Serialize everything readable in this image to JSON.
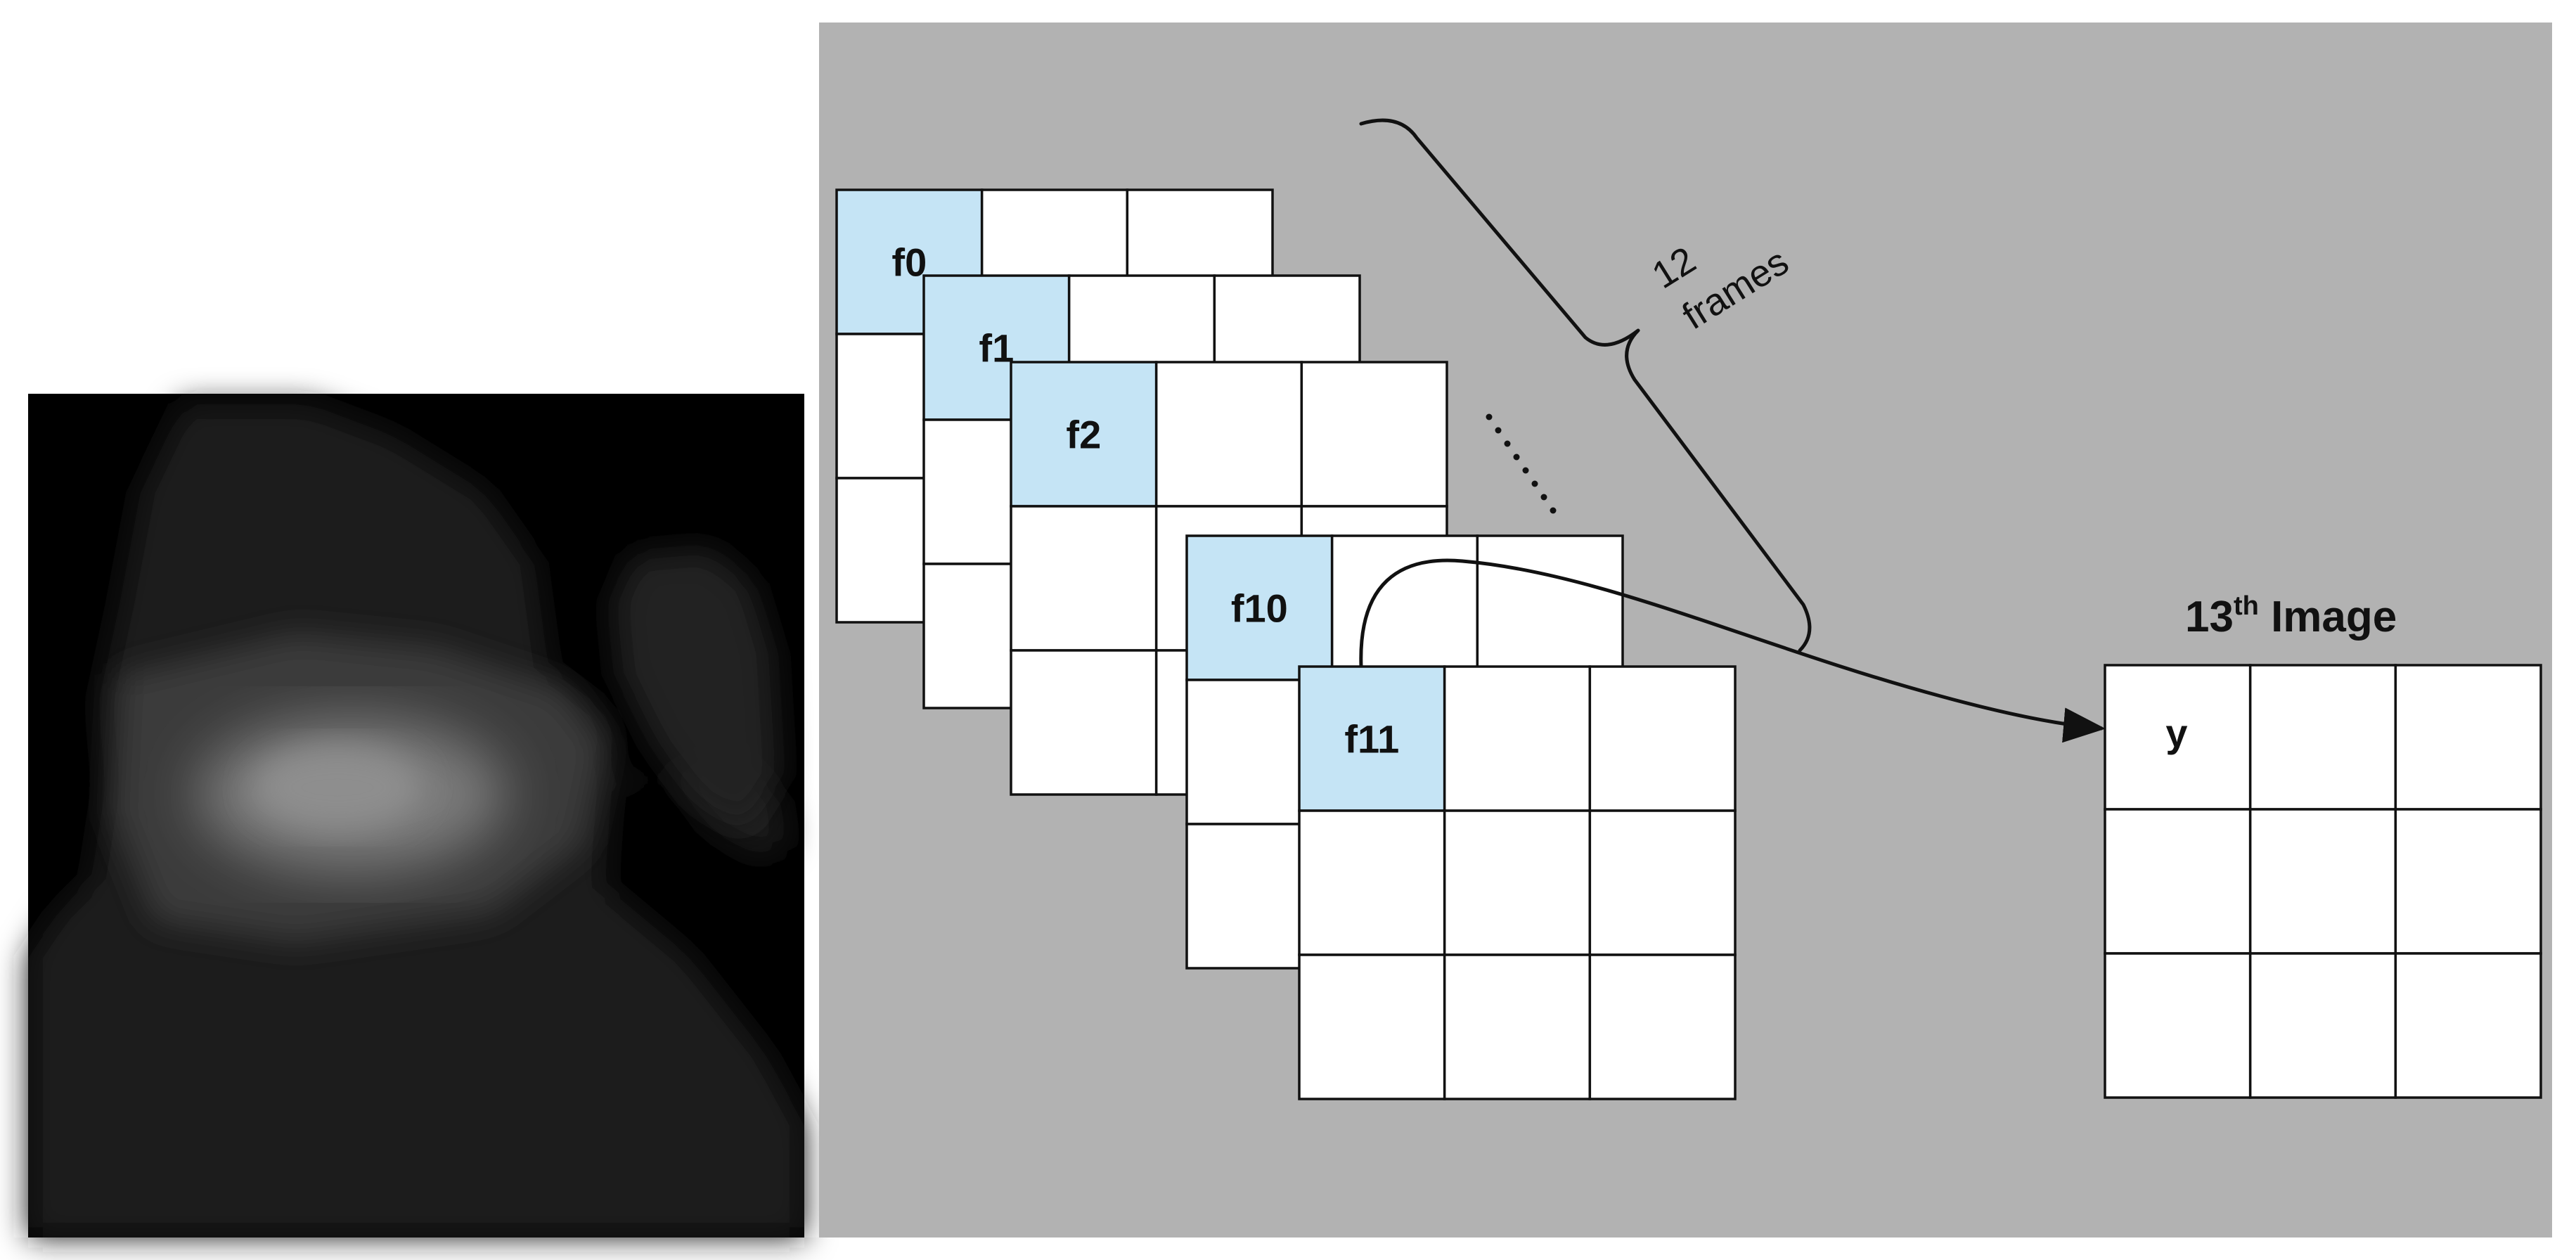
{
  "frames": [
    {
      "label": "f0"
    },
    {
      "label": "f1"
    },
    {
      "label": "f2"
    },
    {
      "label": "f10"
    },
    {
      "label": "f11"
    }
  ],
  "brace_label": {
    "line1": "12",
    "line2": "frames"
  },
  "output": {
    "title_number": "13",
    "title_sup": "th",
    "title_word": " Image",
    "cell_label": "y"
  },
  "colors": {
    "panel_bg": "#b2b2b2",
    "highlight_cell": "#c5e4f5",
    "grid_line": "#111111",
    "cell_bg": "#ffffff",
    "heatmap_bg": "#000000"
  }
}
